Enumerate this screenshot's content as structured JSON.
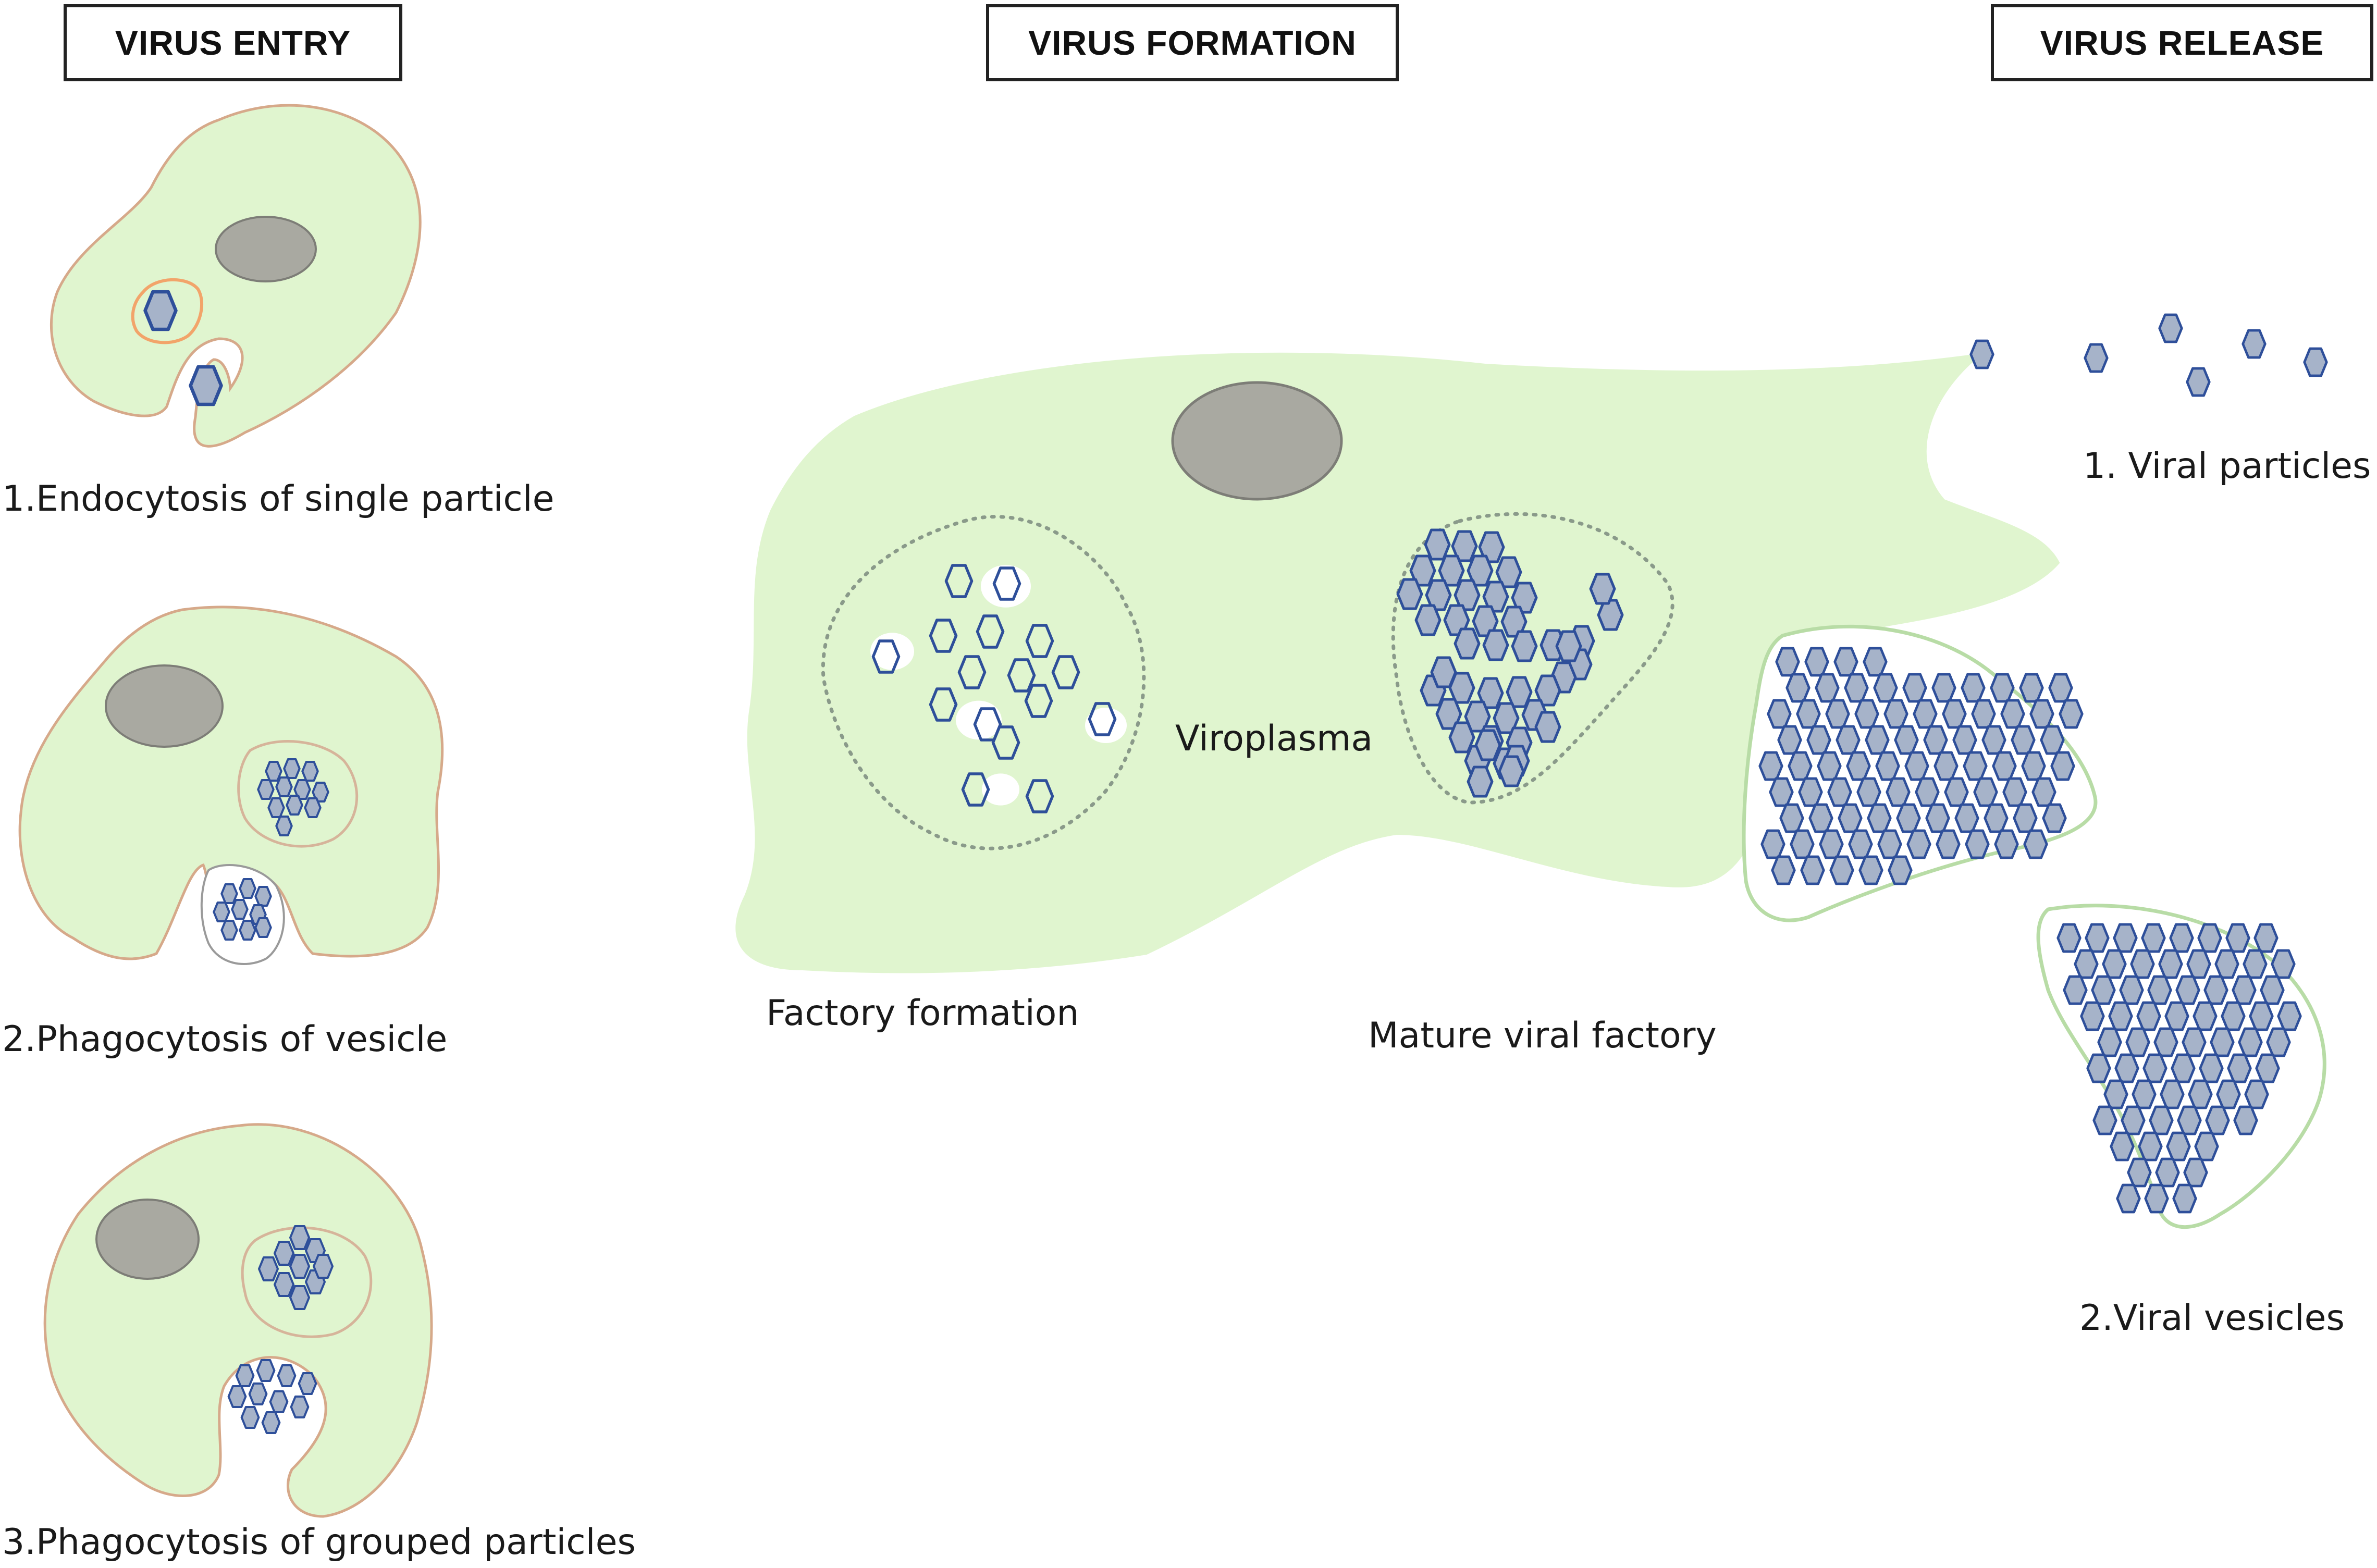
{
  "stages": {
    "entry": "VIRUS ENTRY",
    "formation": "VIRUS FORMATION",
    "release": "VIRUS RELEASE"
  },
  "entry_steps": {
    "step1": "1.Endocytosis of single particle",
    "step2": "2.Phagocytosis of vesicle",
    "step3": "3.Phagocytosis of grouped particles"
  },
  "formation_labels": {
    "viroplasma": "Viroplasma",
    "factory_formation": "Factory formation",
    "mature_factory": "Mature viral factory"
  },
  "release_steps": {
    "step1": "1. Viral particles",
    "step2": "2.Viral vesicles"
  },
  "colors": {
    "cytoplasm": "#e0f5cf",
    "membrane": "#d6a98a",
    "nucleus": "#a9a9a1",
    "capsid_fill": "#a6b3c9",
    "capsid_stroke": "#2e4f9a",
    "vesicle_border": "#b8dca6"
  }
}
